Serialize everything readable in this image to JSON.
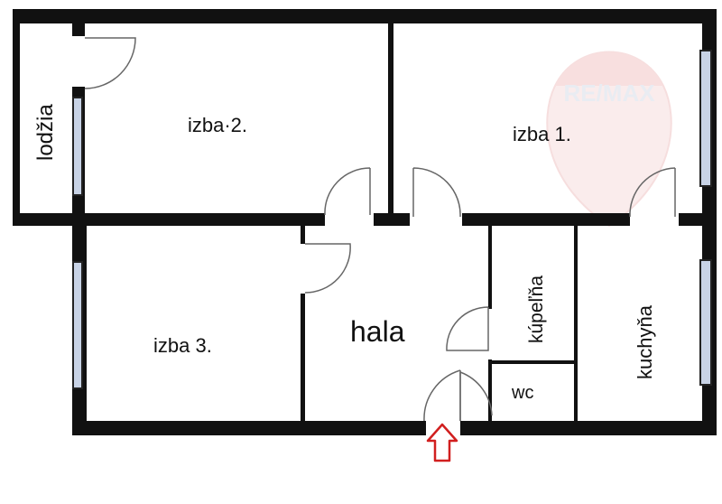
{
  "rooms": {
    "lodzia": "lodžia",
    "izba2": "izba·2.",
    "izba1": "izba 1.",
    "izba3": "izba 3.",
    "hala": "hala",
    "kupelna": "kúpeľňa",
    "kuchyna": "kuchyňa",
    "wc": "wc"
  },
  "watermark": {
    "brand": "RE/MAX"
  },
  "colors": {
    "wall": "#111111",
    "window": "#c8d3e6",
    "entrance_arrow": "#d11f1f",
    "watermark": "#f2d6d6"
  }
}
